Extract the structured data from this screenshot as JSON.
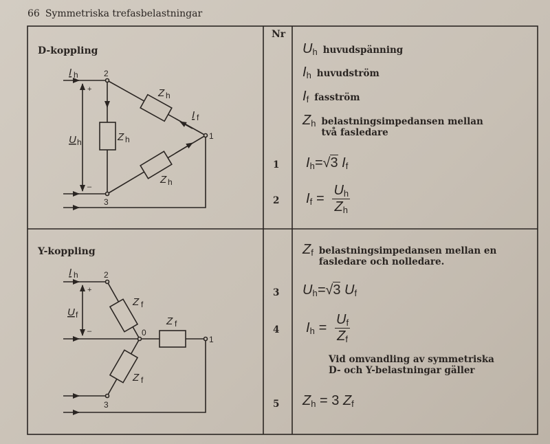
{
  "header": {
    "page_number": "66",
    "title": "Symmetriska trefasbelastningar"
  },
  "table": {
    "nr_header": "Nr"
  },
  "d_section": {
    "title": "D-koppling",
    "labels": {
      "I": "I",
      "U": "U",
      "Z": "Z",
      "h": "h",
      "f": "f",
      "plus": "+",
      "minus": "–",
      "node1": "1",
      "node2": "2",
      "node3": "3"
    },
    "definitions": [
      {
        "symbol": "U",
        "sub": "h",
        "text": "huvudspänning"
      },
      {
        "symbol": "I",
        "sub": "h",
        "text": "huvudström"
      },
      {
        "symbol": "I",
        "sub": "f",
        "text": "fasström"
      },
      {
        "symbol": "Z",
        "sub": "h",
        "text": "belastningsimpedansen mellan",
        "text2": "två fasledare"
      }
    ],
    "formulas": [
      {
        "nr": "1",
        "lhs": "I",
        "lhs_sub": "h",
        "eq": "=",
        "root": "√",
        "rad": "3",
        "rhs": "I",
        "rhs_sub": "f"
      },
      {
        "nr": "2",
        "lhs": "I",
        "lhs_sub": "f",
        "eq": "=",
        "num": "U",
        "num_sub": "h",
        "den": "Z",
        "den_sub": "h"
      }
    ]
  },
  "y_section": {
    "title": "Y-koppling",
    "labels": {
      "I": "I",
      "U": "U",
      "Z": "Z",
      "h": "h",
      "f": "f",
      "plus": "+",
      "minus": "–",
      "node0": "0",
      "node1": "1",
      "node2": "2",
      "node3": "3"
    },
    "definition": {
      "symbol": "Z",
      "sub": "f",
      "text": "belastningsimpedansen mellan en",
      "text2": "fasledare och nolledare."
    },
    "formulas": [
      {
        "nr": "3",
        "lhs": "U",
        "lhs_sub": "h",
        "eq": "=",
        "root": "√",
        "rad": "3",
        "rhs": "U",
        "rhs_sub": "f"
      },
      {
        "nr": "4",
        "lhs": "I",
        "lhs_sub": "h",
        "eq": "=",
        "num": "U",
        "num_sub": "f",
        "den": "Z",
        "den_sub": "f"
      },
      {
        "nr": "5",
        "lhs": "Z",
        "lhs_sub": "h",
        "eq": "= 3",
        "rhs": "Z",
        "rhs_sub": "f"
      }
    ],
    "note": "Vid omvandling av symmetriska",
    "note2": "D- och Y-belastningar gäller"
  }
}
